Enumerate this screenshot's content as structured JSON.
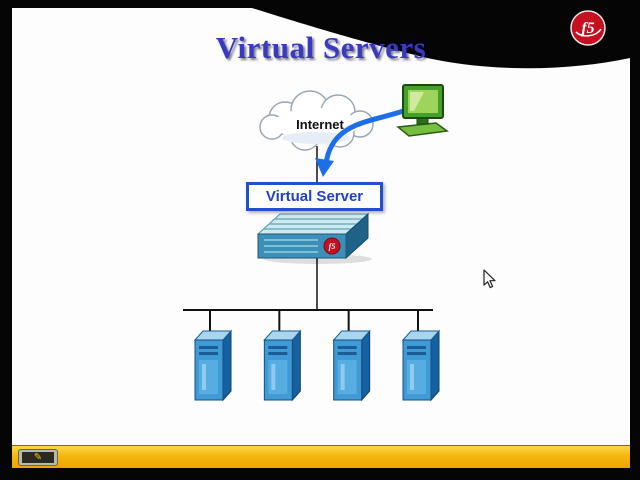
{
  "slide": {
    "title": "Virtual Servers",
    "logo_text": "f5"
  },
  "diagram": {
    "internet_label": "Internet",
    "virtual_server_label": "Virtual Server",
    "appliance_badge": "f5",
    "server_count": 4
  },
  "toolbar": {
    "pen_icon": "✎"
  },
  "colors": {
    "title_text": "#3a3ac0",
    "virtual_server_border": "#2050cc",
    "arrow": "#1d6ee8",
    "server_front": "#3f9ad6",
    "bottom_bar": "#f2b000",
    "logo_red": "#c41020"
  }
}
